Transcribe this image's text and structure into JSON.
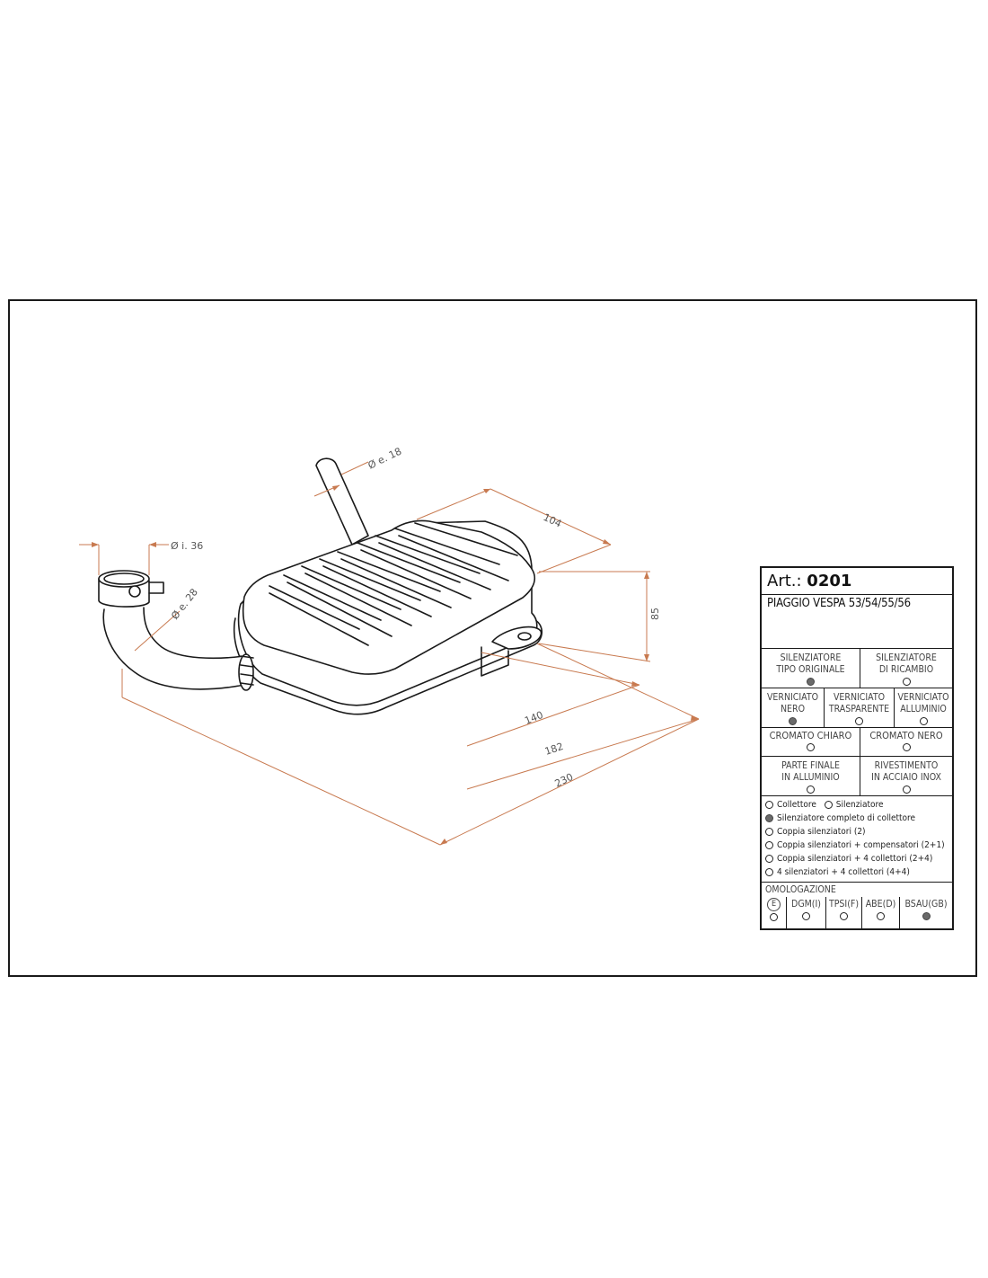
{
  "dimensions": {
    "dia_inner": "Ø i. 36",
    "dia_outlet": "Ø e. 18",
    "dia_pipe": "Ø e. 28",
    "width_104": "104",
    "height_85": "85",
    "len_140": "140",
    "len_182": "182",
    "len_230": "230"
  },
  "spec": {
    "art_label": "Art.:",
    "art_number": "0201",
    "model": "PIAGGIO VESPA 53/54/55/56",
    "type_original": {
      "line1": "SILENZIATORE",
      "line2": "TIPO ORIGINALE",
      "selected": true
    },
    "type_replacement": {
      "line1": "SILENZIATORE",
      "line2": "DI RICAMBIO",
      "selected": false
    },
    "painted_black": {
      "line1": "VERNICIATO",
      "line2": "NERO",
      "selected": true
    },
    "painted_clear": {
      "line1": "VERNICIATO",
      "line2": "TRASPARENTE",
      "selected": false
    },
    "painted_alu": {
      "line1": "VERNICIATO",
      "line2": "ALLUMINIO",
      "selected": false
    },
    "chrome_light": {
      "label": "CROMATO CHIARO",
      "selected": false
    },
    "chrome_black": {
      "label": "CROMATO NERO",
      "selected": false
    },
    "end_alu": {
      "line1": "PARTE FINALE",
      "line2": "IN ALLUMINIO",
      "selected": false
    },
    "coating_inox": {
      "line1": "RIVESTIMENTO",
      "line2": "IN ACCIAIO INOX",
      "selected": false
    },
    "options": {
      "collettore": "Collettore",
      "silenziatore": "Silenziatore",
      "completo": "Silenziatore completo di collettore",
      "coppia": "Coppia silenziatori (2)",
      "coppia_comp": "Coppia silenziatori + compensatori (2+1)",
      "coppia_coll": "Coppia silenziatori + 4 collettori (2+4)",
      "quattro": "4 silenziatori + 4 collettori (4+4)"
    },
    "homologation": {
      "title": "OMOLOGAZIONE",
      "e_mark": "E",
      "dgm": "DGM(I)",
      "tpsi": "TPSI(F)",
      "abe": "ABE(D)",
      "bsau": "BSAU(GB)"
    }
  }
}
